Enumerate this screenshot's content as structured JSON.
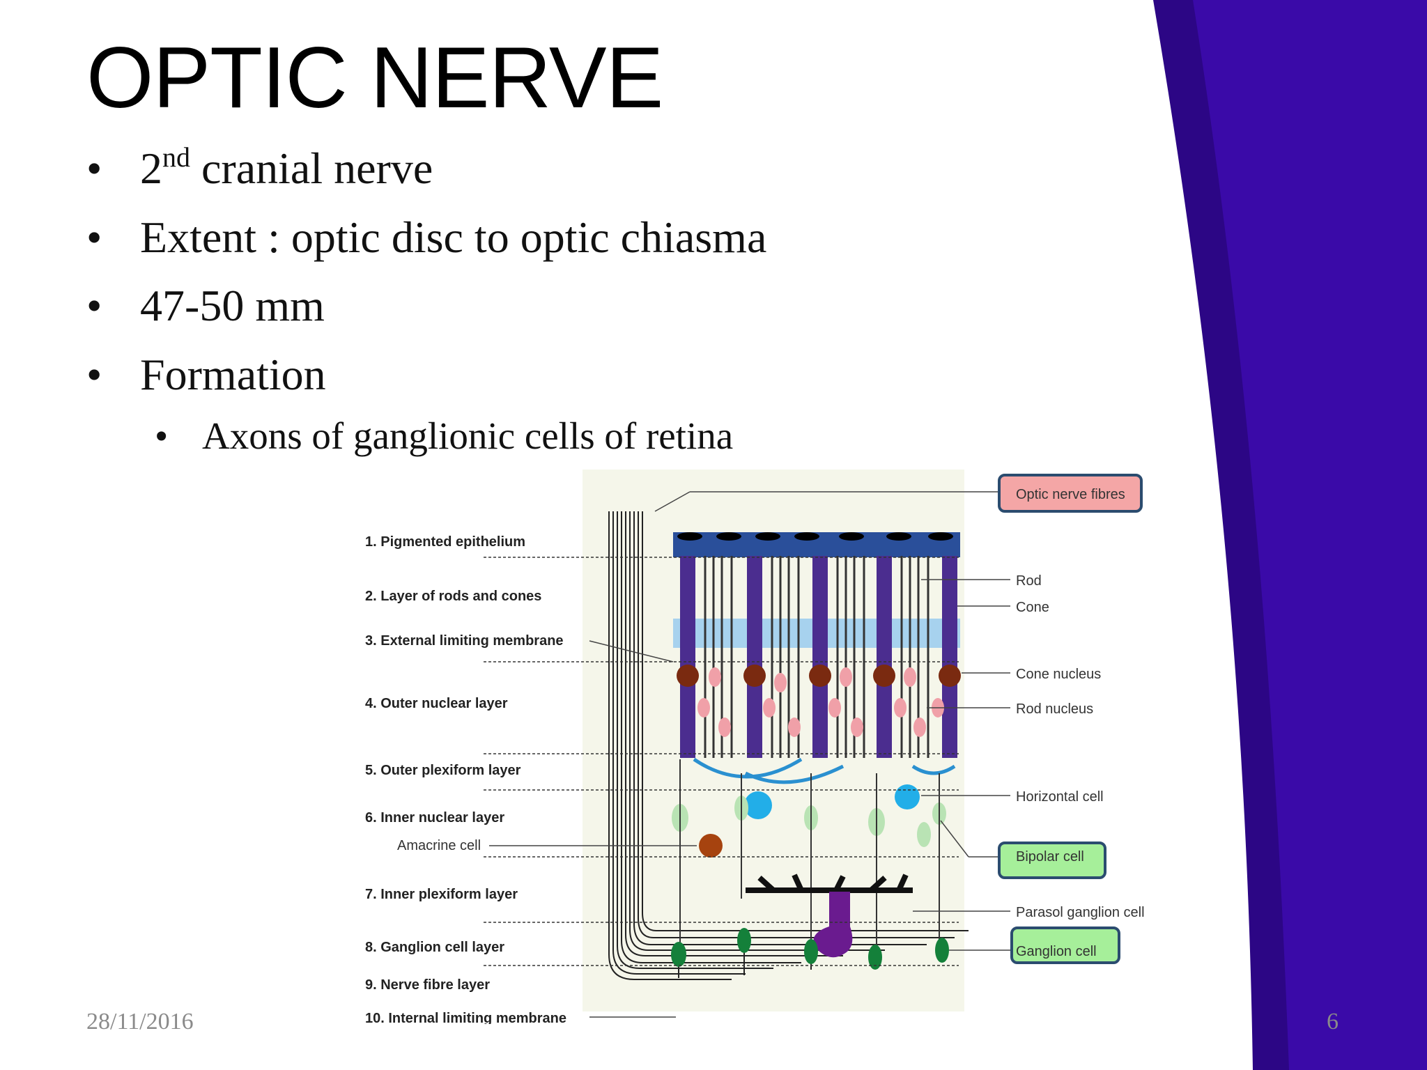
{
  "slide": {
    "title": "OPTIC NERVE",
    "bullets": [
      {
        "pre": "2",
        "sup": "nd",
        "post": " cranial nerve"
      },
      {
        "text": "Extent : optic disc to optic chiasma"
      },
      {
        "text": "47-50 mm"
      },
      {
        "text": "Formation"
      }
    ],
    "sub_bullet": "Axons of ganglionic cells of retina",
    "bullet_char": "•",
    "date": "28/11/2016",
    "page_number": "6"
  },
  "figure": {
    "layers": [
      "1.  Pigmented epithelium",
      "2.  Layer of rods and cones",
      "3.  External limiting membrane",
      "4.  Outer nuclear layer",
      "5.  Outer plexiform layer",
      "6.  Inner nuclear layer",
      "Amacrine cell",
      "7.  Inner plexiform layer",
      "8.  Ganglion cell layer",
      "9.  Nerve fibre layer",
      "10.  Internal limiting membrane"
    ],
    "right_labels": {
      "optic_nerve_fibres": "Optic nerve fibres",
      "rod": "Rod",
      "cone": "Cone",
      "cone_nucleus": "Cone nucleus",
      "rod_nucleus": "Rod nucleus",
      "horizontal_cell": "Horizontal cell",
      "bipolar_cell": "Bipolar cell",
      "parasol_ganglion_cell": "Parasol ganglion cell",
      "ganglion_cell": "Ganglion cell"
    }
  },
  "colors": {
    "accent_purple": "#3a0aa8",
    "dark_purple": "#2c0685",
    "cone_blue": "#4b2d8f",
    "optic_box": "#f4a6a6",
    "cell_box": "#a6ef9a"
  }
}
